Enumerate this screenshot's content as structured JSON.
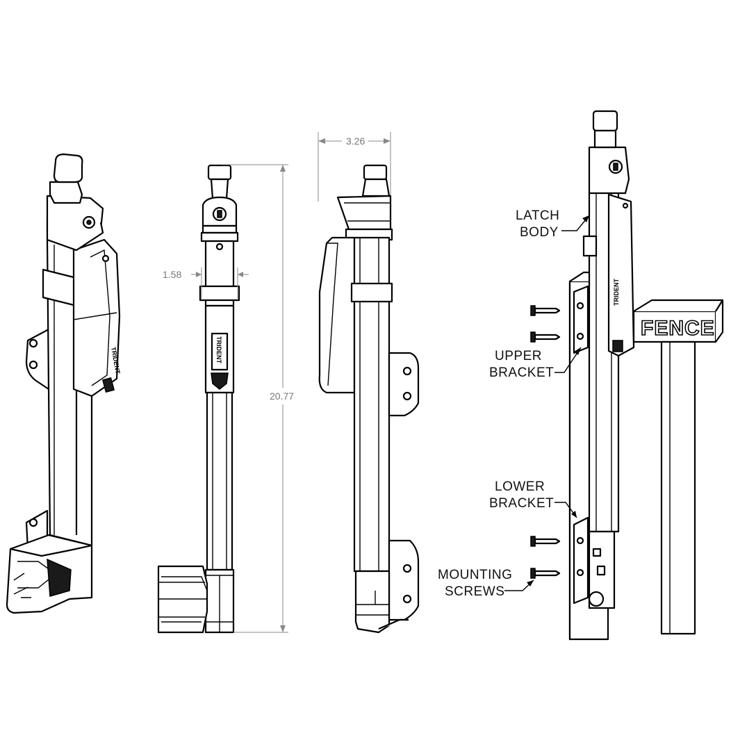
{
  "dimensions": {
    "width_top": "3.26",
    "bracket_offset": "1.58",
    "height": "20.77"
  },
  "callouts": {
    "latch_body": [
      "LATCH",
      "BODY"
    ],
    "upper_bracket": [
      "UPPER",
      "BRACKET"
    ],
    "lower_bracket": [
      "LOWER",
      "BRACKET"
    ],
    "mounting_screws": [
      "MOUNTING",
      "SCREWS"
    ]
  },
  "fence_sign": "FENCE",
  "brand_mark": "TRIDENT"
}
